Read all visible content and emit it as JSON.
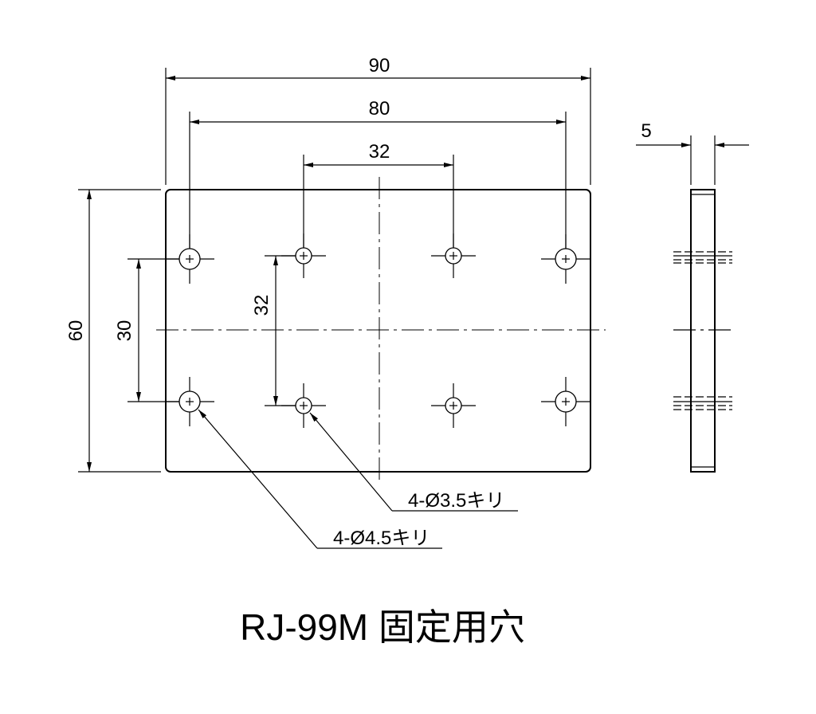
{
  "dimensions": {
    "overall_width": "90",
    "large_hole_spacing": "80",
    "small_hole_spacing_x": "32",
    "overall_height": "60",
    "large_hole_spacing_y": "30",
    "small_hole_spacing_y": "32",
    "thickness": "5"
  },
  "callouts": {
    "small_holes": "4-Ø3.5キリ",
    "large_holes": "4-Ø4.5キリ"
  },
  "title": "RJ-99M 固定用穴"
}
